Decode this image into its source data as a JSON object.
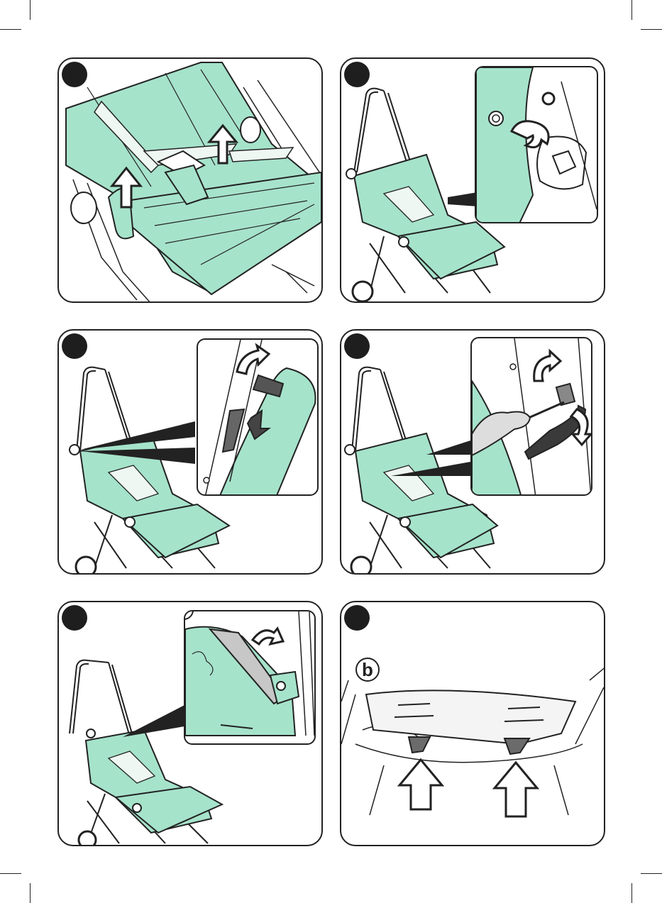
{
  "page": {
    "panels": [
      {
        "id": "p1",
        "step": "",
        "callout": ""
      },
      {
        "id": "p2",
        "step": "",
        "callout": ""
      },
      {
        "id": "p3",
        "step": "",
        "callout": ""
      },
      {
        "id": "p4",
        "step": "",
        "callout": ""
      },
      {
        "id": "p5",
        "step": "",
        "callout": ""
      },
      {
        "id": "p6",
        "step": "",
        "callout": "b"
      }
    ]
  },
  "colors": {
    "seat_green": "#a6e3cb",
    "line": "#222222",
    "inset_bg": "#ffffff",
    "arrow_fill": "#ffffff",
    "dark_part": "#444444"
  }
}
